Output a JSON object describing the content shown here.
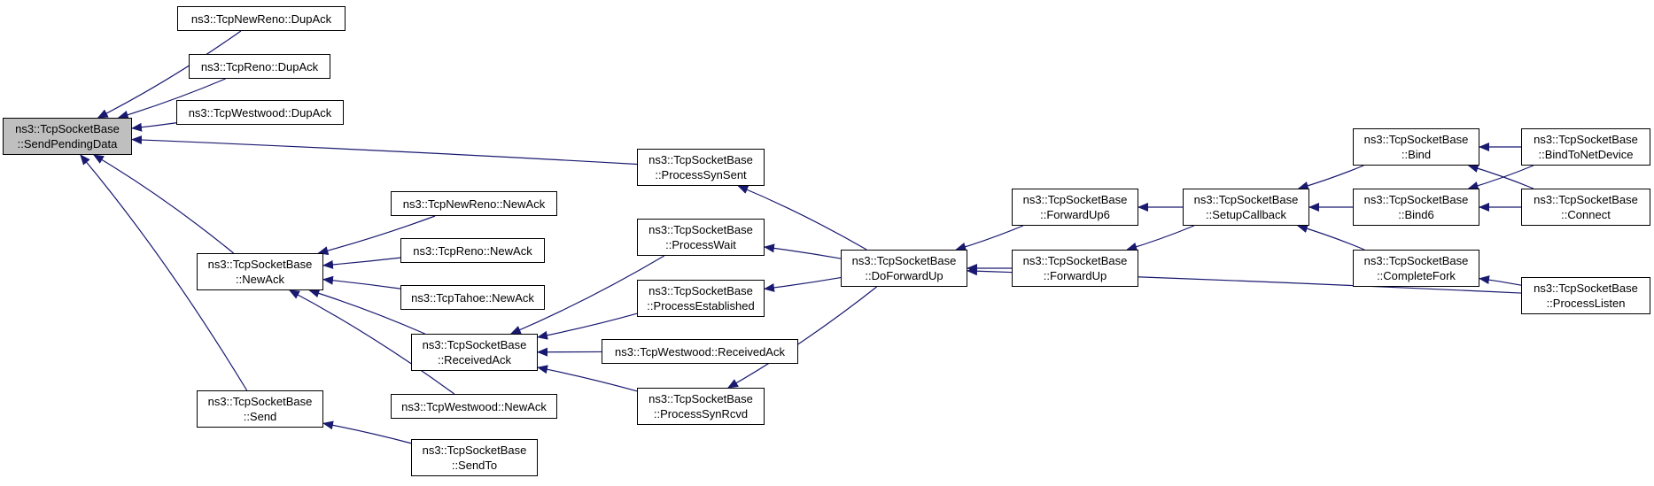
{
  "colors": {
    "edge": "#191970",
    "node_border": "#000000",
    "node_fill": "#ffffff",
    "root_fill": "#bfbfbf"
  },
  "nodes": [
    {
      "id": "send_pending",
      "lines": [
        "ns3::TcpSocketBase",
        "::SendPendingData"
      ],
      "root": true
    },
    {
      "id": "newreno_dupack",
      "lines": [
        "ns3::TcpNewReno::DupAck"
      ]
    },
    {
      "id": "reno_dupack",
      "lines": [
        "ns3::TcpReno::DupAck"
      ]
    },
    {
      "id": "westwood_dupack",
      "lines": [
        "ns3::TcpWestwood::DupAck"
      ]
    },
    {
      "id": "newack",
      "lines": [
        "ns3::TcpSocketBase",
        "::NewAck"
      ]
    },
    {
      "id": "send",
      "lines": [
        "ns3::TcpSocketBase",
        "::Send"
      ]
    },
    {
      "id": "newreno_newack",
      "lines": [
        "ns3::TcpNewReno::NewAck"
      ]
    },
    {
      "id": "reno_newack",
      "lines": [
        "ns3::TcpReno::NewAck"
      ]
    },
    {
      "id": "tahoe_newack",
      "lines": [
        "ns3::TcpTahoe::NewAck"
      ]
    },
    {
      "id": "receivedack",
      "lines": [
        "ns3::TcpSocketBase",
        "::ReceivedAck"
      ]
    },
    {
      "id": "westwood_newack",
      "lines": [
        "ns3::TcpWestwood::NewAck"
      ]
    },
    {
      "id": "sendto",
      "lines": [
        "ns3::TcpSocketBase",
        "::SendTo"
      ]
    },
    {
      "id": "processsynsent",
      "lines": [
        "ns3::TcpSocketBase",
        "::ProcessSynSent"
      ]
    },
    {
      "id": "processwait",
      "lines": [
        "ns3::TcpSocketBase",
        "::ProcessWait"
      ]
    },
    {
      "id": "processestablished",
      "lines": [
        "ns3::TcpSocketBase",
        "::ProcessEstablished"
      ]
    },
    {
      "id": "westwood_receivedack",
      "lines": [
        "ns3::TcpWestwood::ReceivedAck"
      ]
    },
    {
      "id": "processsynrcvd",
      "lines": [
        "ns3::TcpSocketBase",
        "::ProcessSynRcvd"
      ]
    },
    {
      "id": "doforwardup",
      "lines": [
        "ns3::TcpSocketBase",
        "::DoForwardUp"
      ]
    },
    {
      "id": "forwardup6",
      "lines": [
        "ns3::TcpSocketBase",
        "::ForwardUp6"
      ]
    },
    {
      "id": "forwardup",
      "lines": [
        "ns3::TcpSocketBase",
        "::ForwardUp"
      ]
    },
    {
      "id": "setupcallback",
      "lines": [
        "ns3::TcpSocketBase",
        "::SetupCallback"
      ]
    },
    {
      "id": "bind",
      "lines": [
        "ns3::TcpSocketBase",
        "::Bind"
      ]
    },
    {
      "id": "bind6",
      "lines": [
        "ns3::TcpSocketBase",
        "::Bind6"
      ]
    },
    {
      "id": "completefork",
      "lines": [
        "ns3::TcpSocketBase",
        "::CompleteFork"
      ]
    },
    {
      "id": "bindtonetdevice",
      "lines": [
        "ns3::TcpSocketBase",
        "::BindToNetDevice"
      ]
    },
    {
      "id": "connect",
      "lines": [
        "ns3::TcpSocketBase",
        "::Connect"
      ]
    },
    {
      "id": "processlisten",
      "lines": [
        "ns3::TcpSocketBase",
        "::ProcessListen"
      ]
    }
  ],
  "edges": [
    {
      "from": "newreno_dupack",
      "to": "send_pending"
    },
    {
      "from": "reno_dupack",
      "to": "send_pending"
    },
    {
      "from": "westwood_dupack",
      "to": "send_pending"
    },
    {
      "from": "processsynsent",
      "to": "send_pending"
    },
    {
      "from": "newack",
      "to": "send_pending"
    },
    {
      "from": "send",
      "to": "send_pending"
    },
    {
      "from": "newreno_newack",
      "to": "newack"
    },
    {
      "from": "reno_newack",
      "to": "newack"
    },
    {
      "from": "tahoe_newack",
      "to": "newack"
    },
    {
      "from": "receivedack",
      "to": "newack"
    },
    {
      "from": "westwood_newack",
      "to": "newack"
    },
    {
      "from": "sendto",
      "to": "send"
    },
    {
      "from": "processwait",
      "to": "receivedack"
    },
    {
      "from": "processestablished",
      "to": "receivedack"
    },
    {
      "from": "westwood_receivedack",
      "to": "receivedack"
    },
    {
      "from": "processsynrcvd",
      "to": "receivedack"
    },
    {
      "from": "doforwardup",
      "to": "processsynsent"
    },
    {
      "from": "doforwardup",
      "to": "processwait"
    },
    {
      "from": "doforwardup",
      "to": "processestablished"
    },
    {
      "from": "doforwardup",
      "to": "processsynrcvd"
    },
    {
      "from": "forwardup6",
      "to": "doforwardup"
    },
    {
      "from": "forwardup",
      "to": "doforwardup"
    },
    {
      "from": "setupcallback",
      "to": "forwardup6"
    },
    {
      "from": "setupcallback",
      "to": "forwardup"
    },
    {
      "from": "bind",
      "to": "setupcallback"
    },
    {
      "from": "bind6",
      "to": "setupcallback"
    },
    {
      "from": "completefork",
      "to": "setupcallback"
    },
    {
      "from": "bindtonetdevice",
      "to": "bind6"
    },
    {
      "from": "connect",
      "to": "bind"
    },
    {
      "from": "bindtonetdevice",
      "to": "bind"
    },
    {
      "from": "connect",
      "to": "bind6"
    },
    {
      "from": "processlisten",
      "to": "completefork"
    },
    {
      "from": "processlisten",
      "to": "doforwardup"
    }
  ]
}
